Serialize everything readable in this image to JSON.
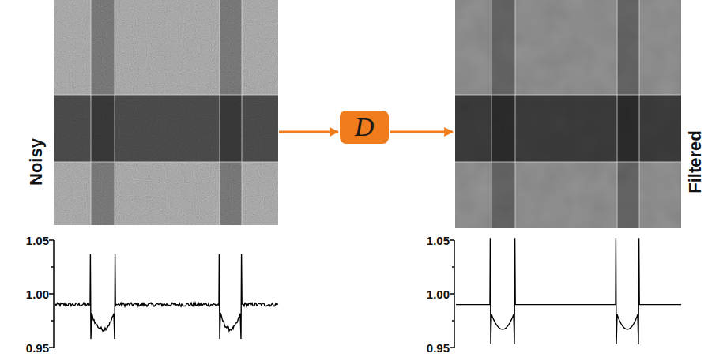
{
  "diagram": {
    "nodes": [
      {
        "text": [
          "D"
        ]
      }
    ],
    "labels": [
      "Noisy",
      "Filtered",
      "1.05",
      "1.00",
      "0.95",
      "1.05",
      "1.00",
      "0.95"
    ]
  }
}
